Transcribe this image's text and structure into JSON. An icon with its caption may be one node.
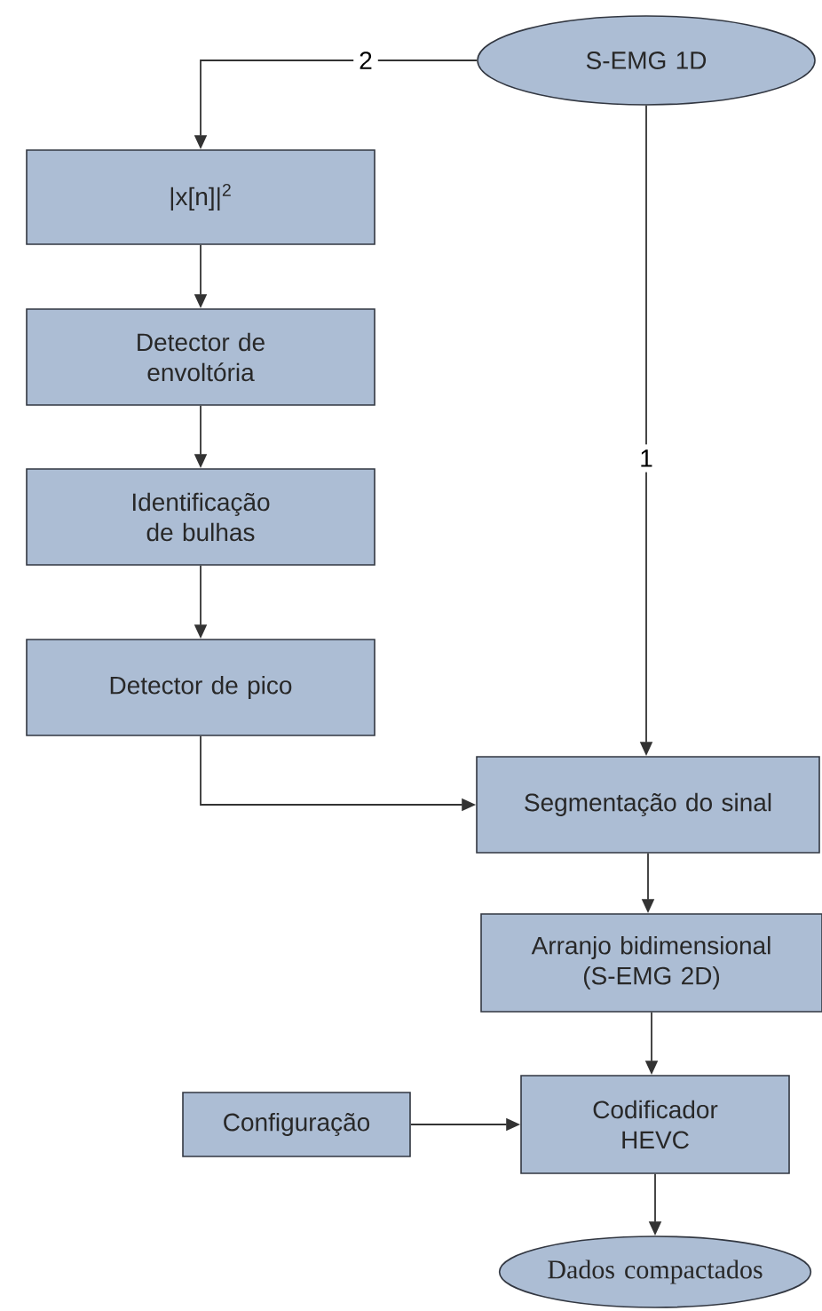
{
  "diagram": {
    "nodes": [
      {
        "text": [
          "S-EMG 1D"
        ]
      },
      {
        "text": [
          "|x[n]|$^{2}$"
        ]
      },
      {
        "text": [
          "Detector de envoltória"
        ]
      },
      {
        "text": [
          "Identificação de bulhas"
        ]
      },
      {
        "text": [
          "Detector de pico"
        ]
      },
      {
        "text": [
          "Segmentação do sinal"
        ]
      },
      {
        "text": [
          "Arranjo bidimensional (S-EMG 2D)"
        ]
      },
      {
        "text": [
          "Configuração"
        ]
      },
      {
        "text": [
          "Codificador HEVC"
        ]
      },
      {
        "text": [
          "Dados compactados"
        ]
      }
    ],
    "edges": [
      {
        "from": 0,
        "to": 1,
        "arrow": "to",
        "label": "2"
      },
      {
        "from": 0,
        "to": 5,
        "arrow": "to",
        "label": "1"
      },
      {
        "from": 1,
        "to": 2,
        "arrow": "to"
      },
      {
        "from": 2,
        "to": 3,
        "arrow": "to"
      },
      {
        "from": 3,
        "to": 4,
        "arrow": "to"
      },
      {
        "from": 4,
        "to": 5,
        "arrow": "to"
      },
      {
        "from": 5,
        "to": 6,
        "arrow": "to"
      },
      {
        "from": 6,
        "to": 8,
        "arrow": "to"
      },
      {
        "from": 7,
        "to": 8,
        "arrow": "to"
      },
      {
        "from": 8,
        "to": 9,
        "arrow": "to"
      }
    ]
  }
}
